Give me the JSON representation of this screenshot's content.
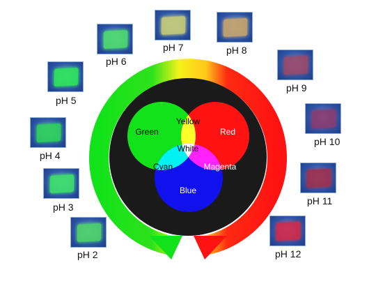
{
  "colors": {
    "green": "#12e21a",
    "red": "#ff1212",
    "blue": "#1111f0",
    "yellow": "#ffff2a",
    "cyan": "#00f2f2",
    "magenta": "#ff22ff",
    "white": "#ffffff",
    "disk": "#1a1a1a"
  },
  "venn": {
    "green": "Green",
    "yellow": "Yellow",
    "red": "Red",
    "white": "White",
    "cyan": "Cyan",
    "magenta": "Magenta",
    "blue": "Blue"
  },
  "samples": [
    {
      "label": "pH 2",
      "film_color": "#4fd66a"
    },
    {
      "label": "pH 3",
      "film_color": "#3ee36a"
    },
    {
      "label": "pH 4",
      "film_color": "#2fd45a"
    },
    {
      "label": "pH 5",
      "film_color": "#2ee85a"
    },
    {
      "label": "pH 6",
      "film_color": "#4ede6e"
    },
    {
      "label": "pH 7",
      "film_color": "#c8cf78"
    },
    {
      "label": "pH 8",
      "film_color": "#c9a66e"
    },
    {
      "label": "pH 9",
      "film_color": "#9a4a6a"
    },
    {
      "label": "pH 10",
      "film_color": "#8a3a70"
    },
    {
      "label": "pH 11",
      "film_color": "#a0304e"
    },
    {
      "label": "pH 12",
      "film_color": "#d22a4a"
    }
  ]
}
